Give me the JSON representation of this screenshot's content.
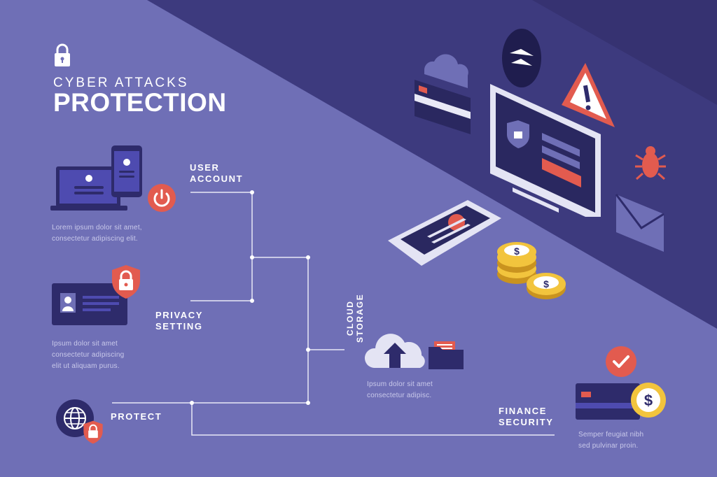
{
  "header": {
    "lock_icon": "padlock-icon",
    "title_small": "CYBER ATTACKS",
    "title_big": "PROTECTION"
  },
  "sections": {
    "user_account": {
      "label_lines": [
        "USER",
        "ACCOUNT"
      ],
      "body_lines": [
        "Lorem ipsum dolor sit amet,",
        "consectetur adipiscing elit."
      ],
      "icons": [
        "laptop-icon",
        "tablet-icon",
        "power-icon"
      ]
    },
    "privacy_setting": {
      "label_lines": [
        "PRIVACY",
        "SETTING"
      ],
      "body_lines": [
        "Ipsum dolor sit amet",
        "consectetur adipiscing",
        "elit ut aliquam purus."
      ],
      "icons": [
        "id-card-icon",
        "shield-lock-icon"
      ]
    },
    "cloud_storage": {
      "label_lines": [
        "CLOUD",
        "STORAGE"
      ],
      "body_lines": [
        "Ipsum dolor sit amet",
        "consectetur adipisc."
      ],
      "icons": [
        "cloud-upload-icon",
        "folder-icon"
      ]
    },
    "protect": {
      "label": "PROTECT",
      "icons": [
        "globe-icon",
        "shield-lock-icon"
      ]
    },
    "finance_security": {
      "label_lines": [
        "FINANCE",
        "SECURITY"
      ],
      "body_lines": [
        "Semper feugiat nibh",
        "sed pulvinar proin."
      ],
      "icons": [
        "check-badge-icon",
        "credit-card-icon",
        "dollar-coin-icon"
      ]
    }
  },
  "illustration": {
    "icons": [
      "cloud-icon",
      "credit-card-icon",
      "hacker-mask-icon",
      "warning-icon",
      "monitor-login-icon",
      "bug-icon",
      "envelope-icon",
      "smartphone-icon",
      "coins-icon"
    ]
  },
  "colors": {
    "background": "#6f6fb6",
    "dark_panel": "#3d3a7e",
    "accent_red": "#e25b4f",
    "connector": "#e9e9f6",
    "coin_gold": "#f2c43d"
  }
}
